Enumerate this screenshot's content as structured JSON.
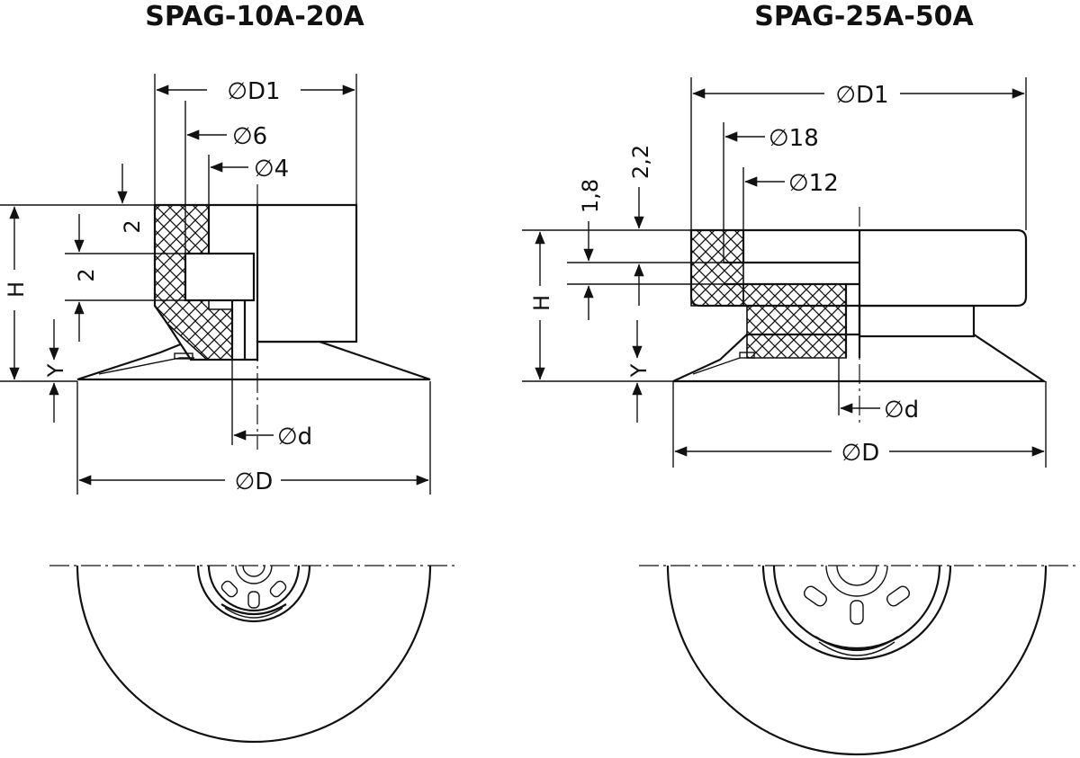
{
  "titles": {
    "left": "SPAG-10A-20A",
    "right": "SPAG-25A-50A"
  },
  "left_view": {
    "d1": "∅D1",
    "d6": "∅6",
    "d4": "∅4",
    "dim_2_upper": "2",
    "dim_2_lower": "2",
    "h": "H",
    "y": "Y",
    "d_small": "∅d",
    "d_big": "∅D"
  },
  "right_view": {
    "d1": "∅D1",
    "d18": "∅18",
    "d12": "∅12",
    "dim_1_8": "1,8",
    "dim_2_2": "2,2",
    "h": "H",
    "y": "Y",
    "d_small": "∅d",
    "d_big": "∅D"
  }
}
